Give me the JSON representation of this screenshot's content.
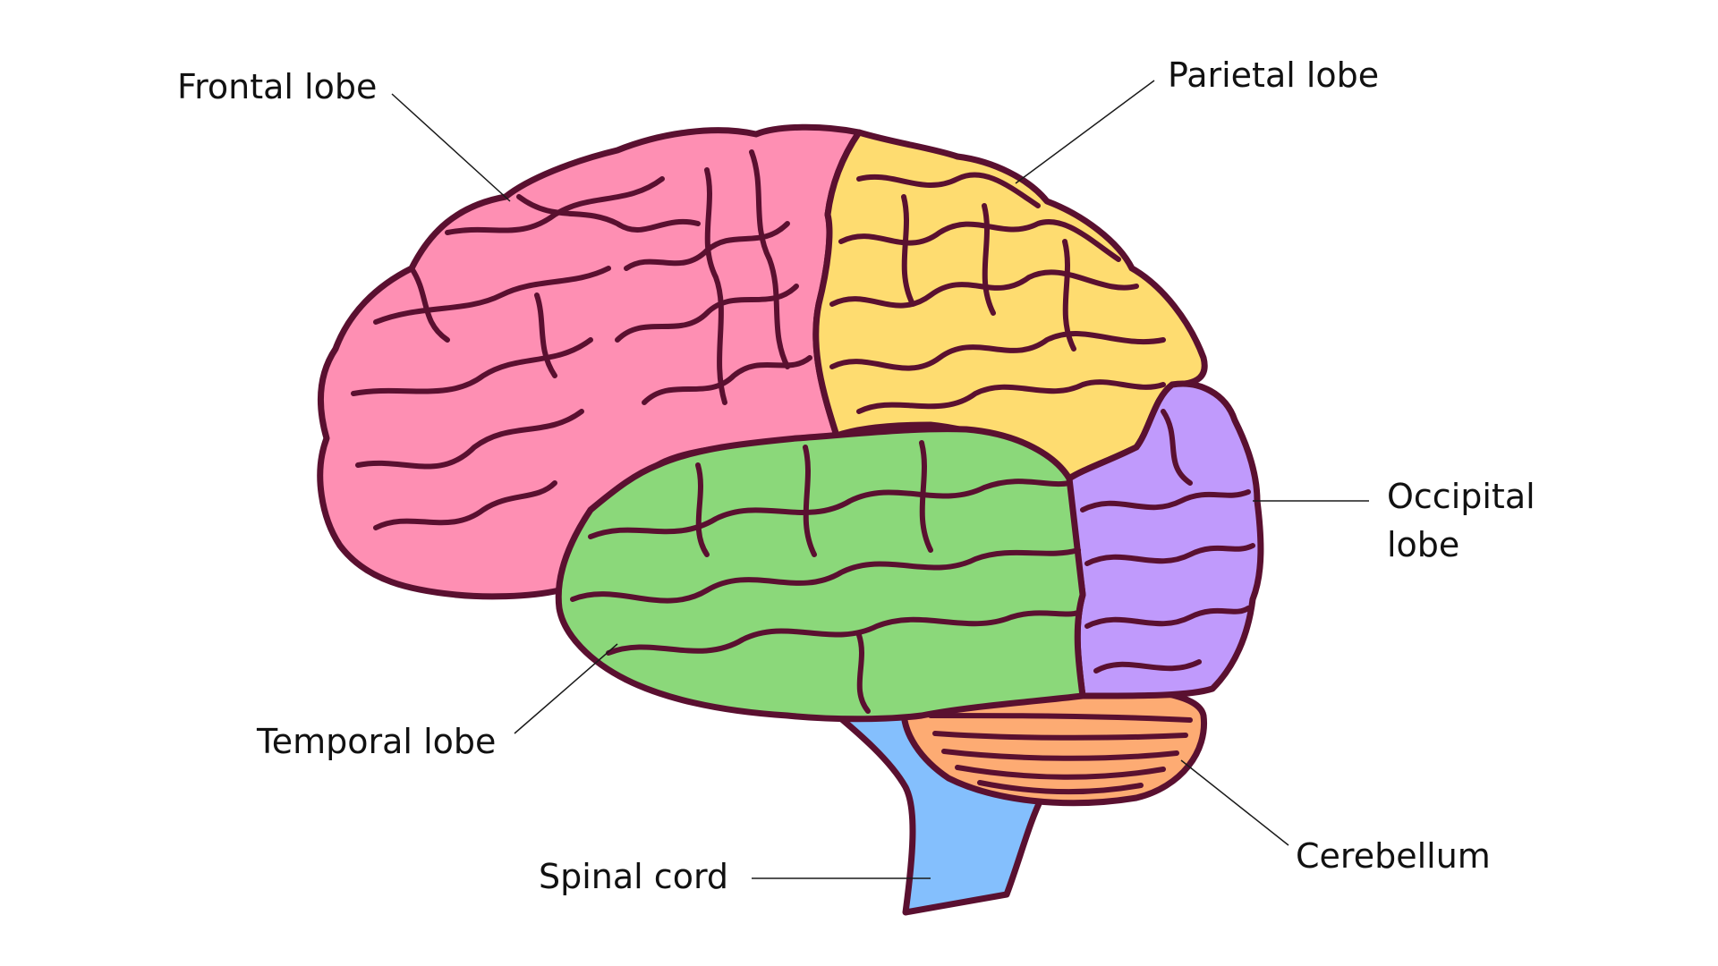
{
  "labels": {
    "frontal": "Frontal lobe",
    "parietal": "Parietal lobe",
    "occipital_line1": "Occipital",
    "occipital_line2": "lobe",
    "temporal": "Temporal lobe",
    "cerebellum": "Cerebellum",
    "spinal": "Spinal cord"
  },
  "colors": {
    "frontal": "#fe8fb3",
    "parietal": "#fedc70",
    "occipital": "#c09afc",
    "temporal": "#8bd87a",
    "cerebellum": "#fdab73",
    "spinal": "#84bffd",
    "outline": "#5a1030"
  }
}
